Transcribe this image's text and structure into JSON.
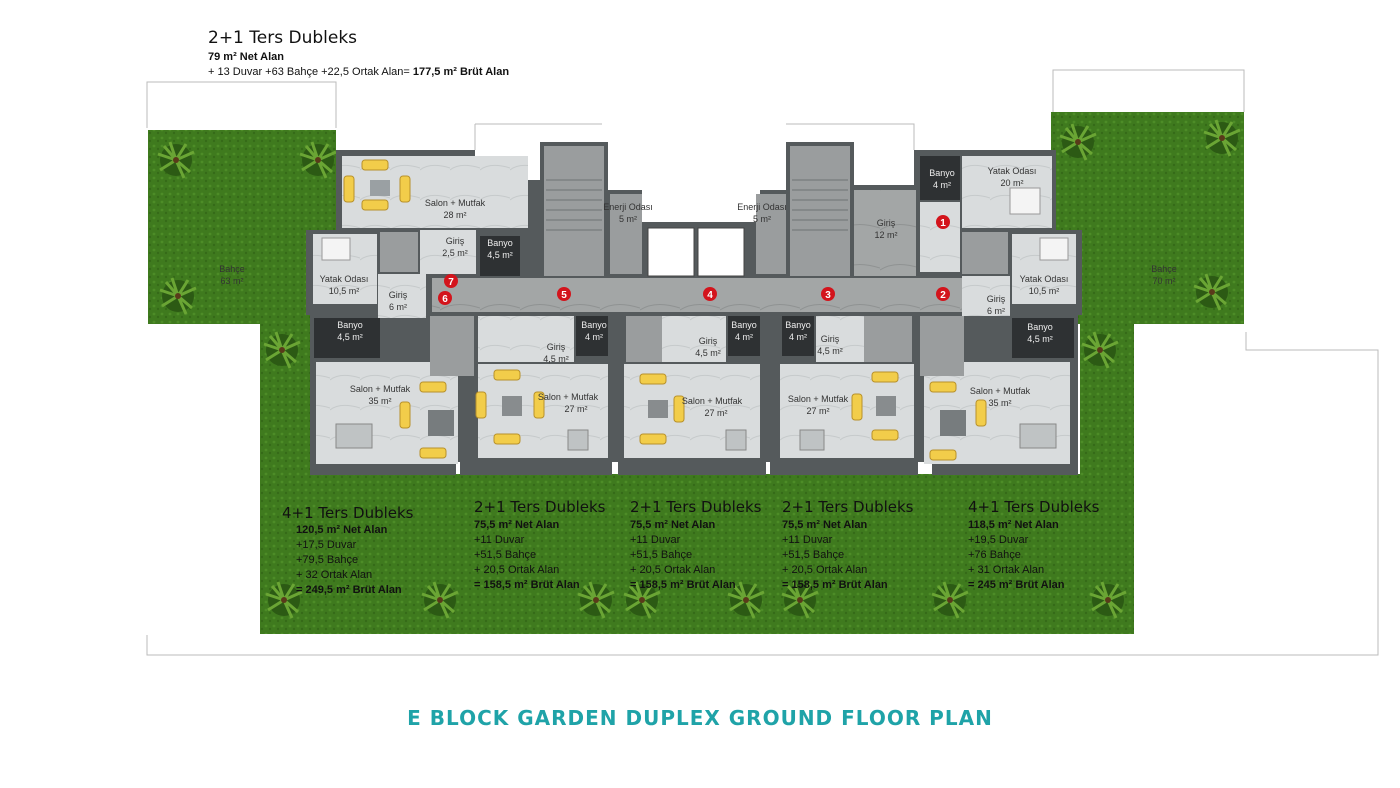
{
  "header": {
    "title": "2+1 Ters Dubleks",
    "net": "79 m² Net Alan",
    "gross_prefix": "+ 13 Duvar +63 Bahçe +22,5 Ortak Alan= ",
    "gross_value": "177,5 m² Brüt Alan"
  },
  "footer": {
    "title": "E BLOCK GARDEN DUPLEX GROUND FLOOR PLAN"
  },
  "gardens": {
    "left": {
      "name": "Bahçe",
      "area": "63 m²"
    },
    "right": {
      "name": "Bahçe",
      "area": "70 m²"
    }
  },
  "rooms": {
    "salon_tl": {
      "name": "Salon + Mutfak",
      "area": "28 m²"
    },
    "giris_tl": {
      "name": "Giriş",
      "area": "2,5 m²"
    },
    "banyo_tl": {
      "name": "Banyo",
      "area": "4,5 m²"
    },
    "yatak_l": {
      "name": "Yatak Odası",
      "area": "10,5 m²"
    },
    "giris_l": {
      "name": "Giriş",
      "area": "6 m²"
    },
    "banyo_l": {
      "name": "Banyo",
      "area": "4,5 m²"
    },
    "salon_l": {
      "name": "Salon + Mutfak",
      "area": "35 m²"
    },
    "enerji_l": {
      "name": "Enerji Odası",
      "area": "5 m²"
    },
    "enerji_r": {
      "name": "Enerji Odası",
      "area": "5 m²"
    },
    "giris_tr": {
      "name": "Giriş",
      "area": "12 m²"
    },
    "banyo_tr": {
      "name": "Banyo",
      "area": "4 m²"
    },
    "yatak_tr": {
      "name": "Yatak Odası",
      "area": "20 m²"
    },
    "yatak_r": {
      "name": "Yatak Odası",
      "area": "10,5 m²"
    },
    "giris_r": {
      "name": "Giriş",
      "area": "6 m²"
    },
    "banyo_r": {
      "name": "Banyo",
      "area": "4,5 m²"
    },
    "salon_r": {
      "name": "Salon + Mutfak",
      "area": "35 m²"
    },
    "giris_m1": {
      "name": "Giriş",
      "area": "4,5 m²"
    },
    "banyo_m1": {
      "name": "Banyo",
      "area": "4 m²"
    },
    "salon_m1": {
      "name": "Salon + Mutfak",
      "area": "27 m²"
    },
    "giris_m2": {
      "name": "Giriş",
      "area": "4,5 m²"
    },
    "banyo_m2": {
      "name": "Banyo",
      "area": "4 m²"
    },
    "salon_m2": {
      "name": "Salon + Mutfak",
      "area": "27 m²"
    },
    "banyo_m3": {
      "name": "Banyo",
      "area": "4 m²"
    },
    "giris_m3": {
      "name": "Giriş",
      "area": "4,5 m²"
    },
    "salon_m3": {
      "name": "Salon + Mutfak",
      "area": "27 m²"
    }
  },
  "markers": [
    "1",
    "2",
    "3",
    "4",
    "5",
    "6",
    "7"
  ],
  "units": [
    {
      "title": "4+1 Ters Dubleks",
      "net": "120,5 m² Net Alan",
      "l1": "+17,5 Duvar",
      "l2": "+79,5 Bahçe",
      "l3": "+ 32 Ortak Alan",
      "gross": "= 249,5 m² Brüt Alan"
    },
    {
      "title": "2+1 Ters Dubleks",
      "net": "75,5 m² Net Alan",
      "l1": "+11 Duvar",
      "l2": "+51,5 Bahçe",
      "l3": "+ 20,5 Ortak Alan",
      "gross": "= 158,5 m² Brüt Alan"
    },
    {
      "title": "2+1 Ters Dubleks",
      "net": "75,5 m² Net Alan",
      "l1": "+11 Duvar",
      "l2": "+51,5 Bahçe",
      "l3": "+ 20,5 Ortak Alan",
      "gross": "= 158,5 m² Brüt Alan"
    },
    {
      "title": "2+1 Ters Dubleks",
      "net": "75,5 m² Net Alan",
      "l1": "+11 Duvar",
      "l2": "+51,5 Bahçe",
      "l3": "+ 20,5 Ortak Alan",
      "gross": "= 158,5 m² Brüt Alan"
    },
    {
      "title": "4+1 Ters Dubleks",
      "net": "118,5 m² Net Alan",
      "l1": "+19,5 Duvar",
      "l2": "+76 Bahçe",
      "l3": "+ 31 Ortak Alan",
      "gross": "= 245 m² Brüt Alan"
    }
  ],
  "colors": {
    "grass": "#3f7a1e",
    "floor": "#d9dcdd",
    "corridor": "#9fa2a2",
    "wall": "#555a5c",
    "sofa": "#f2cd4a",
    "marker": "#d3141c",
    "title": "#1fa3a8"
  }
}
